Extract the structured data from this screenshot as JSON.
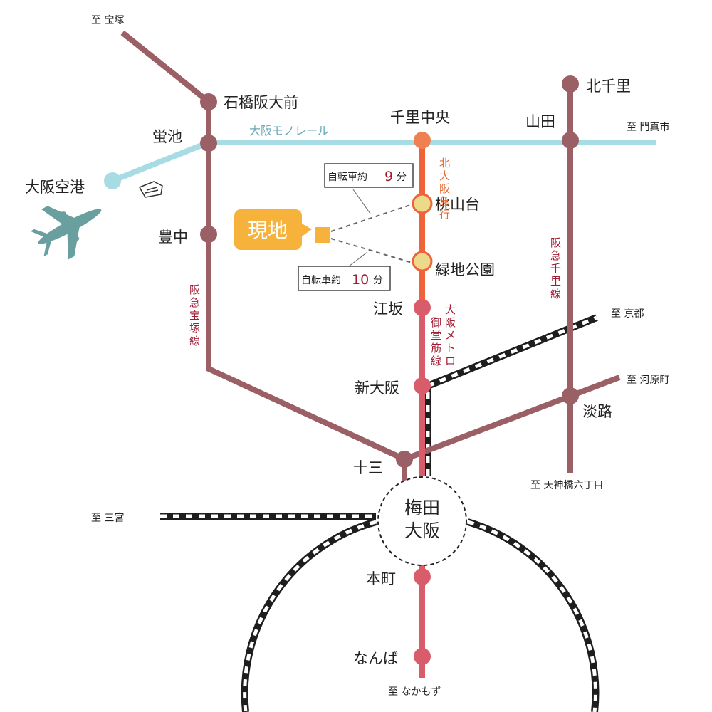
{
  "colors": {
    "hankyu": "#9b5f66",
    "monorail": "#a8dce4",
    "kitakyu": "#f0623a",
    "midosuji": "#d85c6a",
    "jr": "#1e1e1e",
    "station_yellow": "#ecd98a",
    "site": "#f7b23b",
    "plane": "#6a9fa0",
    "label_red": "#a01c33",
    "label_orange": "#e66a2c",
    "label_blue": "#6aa9b5"
  },
  "directions": {
    "takarazuka": "至 宝塚",
    "kadoma": "至 門真市",
    "kyoto": "至 京都",
    "kawaramachi": "至 河原町",
    "tenjinbashi": "至 天神橋六丁目",
    "sannomiya": "至 三宮",
    "nakamozu": "至 なかもず"
  },
  "stations": {
    "ishibashi": "石橋阪大前",
    "hotarugaike": "蛍池",
    "airport": "大阪空港",
    "toyonaka": "豊中",
    "senri_chuo": "千里中央",
    "momoyamadai": "桃山台",
    "ryokuchi": "緑地公園",
    "esaka": "江坂",
    "shin_osaka": "新大阪",
    "juso": "十三",
    "kitasenri": "北千里",
    "yamada": "山田",
    "awaji": "淡路",
    "honmachi": "本町",
    "namba": "なんば",
    "umeda_1": "梅田",
    "umeda_2": "大阪"
  },
  "lines": {
    "monorail": "大阪モノレール",
    "kitakyu": [
      "北",
      "大",
      "阪",
      "急",
      "行"
    ],
    "midosuji": [
      "大",
      "阪",
      "メ",
      "ト",
      "ロ",
      "御",
      "堂",
      "筋",
      "線"
    ],
    "takarazuka": [
      "阪",
      "急",
      "宝",
      "塚",
      "線"
    ],
    "senri": [
      "阪",
      "急",
      "千",
      "里",
      "線"
    ]
  },
  "site": {
    "label": "現地"
  },
  "times": {
    "momoyamadai_prefix": "自転車約",
    "momoyamadai_num": "9",
    "momoyamadai_unit": "分",
    "ryokuchi_prefix": "自転車約",
    "ryokuchi_num": "10",
    "ryokuchi_unit": "分"
  }
}
